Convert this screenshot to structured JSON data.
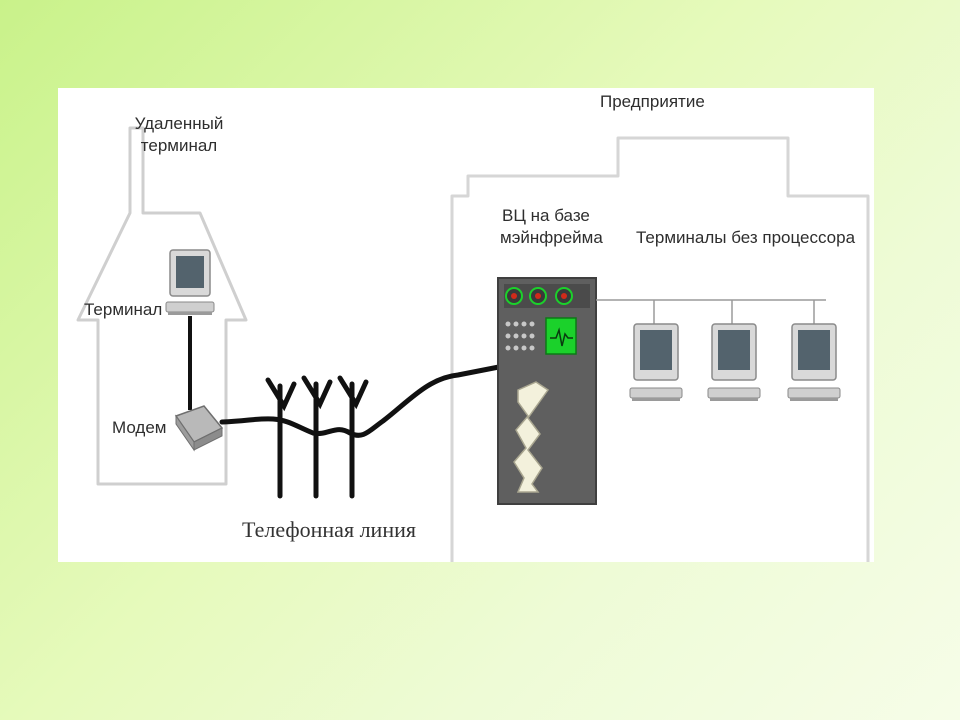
{
  "diagram": {
    "enterprise_label": "Предприятие",
    "remote_terminal_label": "Удаленный терминал",
    "remote_terminal_line1": "Удаленный",
    "remote_terminal_line2": "терминал",
    "terminal_label": "Терминал",
    "modem_label": "Модем",
    "computing_center_line1": "ВЦ на базе",
    "computing_center_line2": "мэйнфрейма",
    "dumb_terminals_label": "Терминалы без процессора",
    "phone_line_label": "Телефонная линия"
  },
  "colors": {
    "background_green": "#c9f28a",
    "panel": "#ffffff",
    "building_stroke": "#cfcfcf",
    "cable": "#111111",
    "mainframe_body": "#5f5f5f",
    "led_green": "#1bd12b",
    "led_red": "#d22a1a"
  },
  "icons": [
    "house-outline",
    "building-outline",
    "computer-terminal-icon",
    "modem-icon",
    "telephone-pole-icon",
    "mainframe-icon",
    "paper-printout-icon"
  ]
}
